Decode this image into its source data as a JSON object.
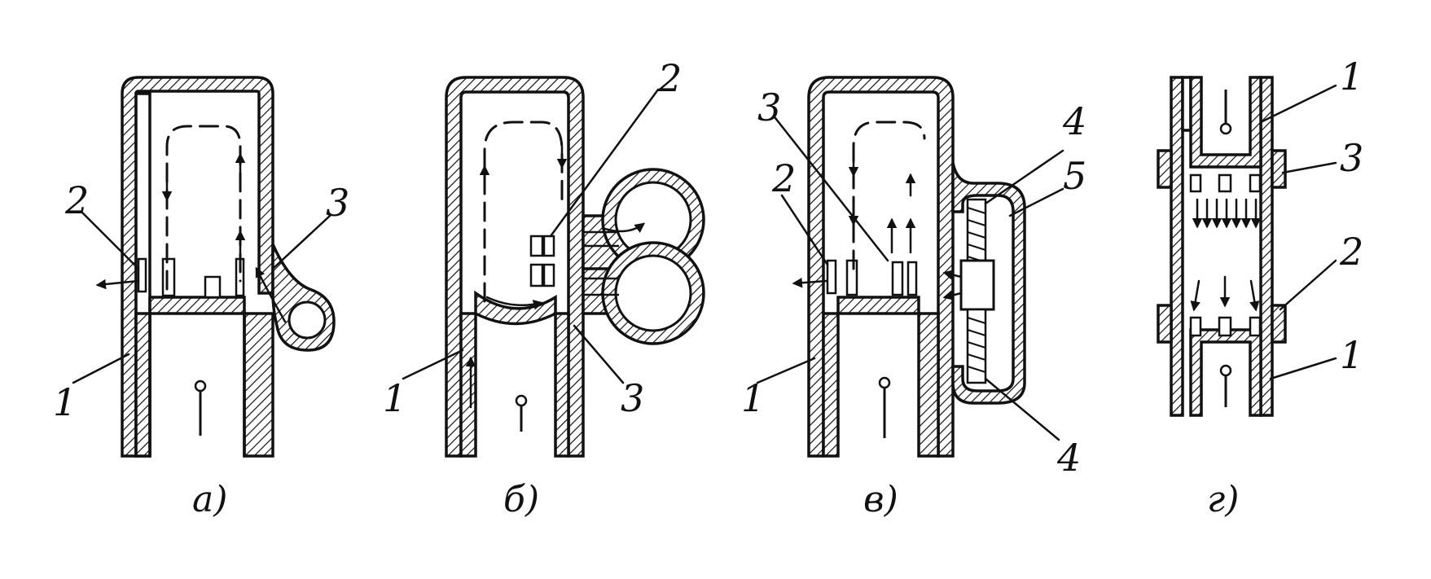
{
  "panels": {
    "a": {
      "caption": "а)",
      "labels": {
        "n1": "1",
        "n2": "2",
        "n3": "3"
      }
    },
    "b": {
      "caption": "б)",
      "labels": {
        "n1": "1",
        "n2": "2",
        "n3": "3"
      }
    },
    "v": {
      "caption": "в)",
      "labels": {
        "n1": "1",
        "n2": "2",
        "n3": "3",
        "n4a": "4",
        "n4b": "4",
        "n5": "5"
      }
    },
    "g": {
      "caption": "г)",
      "labels": {
        "n1a": "1",
        "n1b": "1",
        "n2": "2",
        "n3": "3"
      }
    }
  }
}
